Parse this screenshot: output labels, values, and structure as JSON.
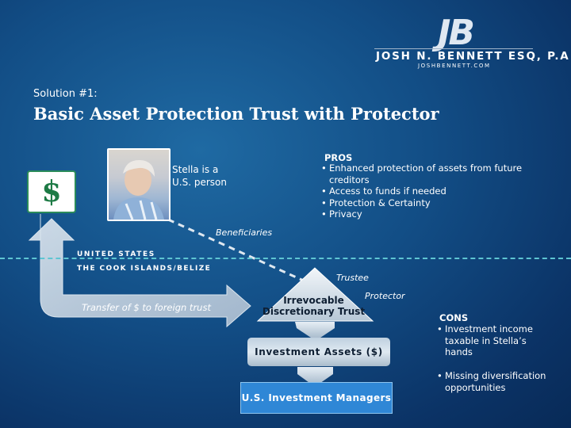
{
  "logo": {
    "mark": "JB",
    "name": "JOSH N. BENNETT ESQ, P.A.",
    "url": "JOSHBENNETT.COM"
  },
  "slide": {
    "subtitle": "Solution #1:",
    "title": "Basic Asset Protection Trust with Protector"
  },
  "diagram": {
    "dollar": "$",
    "person": "Stella is a\nU.S. person",
    "pros_heading": "PROS",
    "pros": [
      "Enhanced protection of assets from future creditors",
      "Access to funds if needed",
      "Protection & Certainty",
      "Privacy"
    ],
    "beneficiaries": "Beneficiaries",
    "region_top": "UNITED STATES",
    "region_bottom": "THE COOK ISLANDS/BELIZE",
    "transfer": "Transfer of $ to foreign trust",
    "trustee": "Trustee",
    "protector": "Protector",
    "trust": "Irrevocable\nDiscretionary Trust",
    "assets": "Investment Assets ($)",
    "managers": "U.S. Investment Managers",
    "cons_heading": "CONS",
    "cons": [
      "Investment income taxable in Stella’s hands"
    ],
    "cons_more": [
      "Missing diversification opportunities"
    ]
  },
  "colors": {
    "background": "#124d85",
    "arrow": "#b8c9da",
    "border_line": "#5ec5d2",
    "dollar_green": "#1d7a45",
    "managers_box": "#2f87d6"
  },
  "icons": {
    "dollar": "dollar-sign-icon",
    "photo": "person-photo"
  }
}
